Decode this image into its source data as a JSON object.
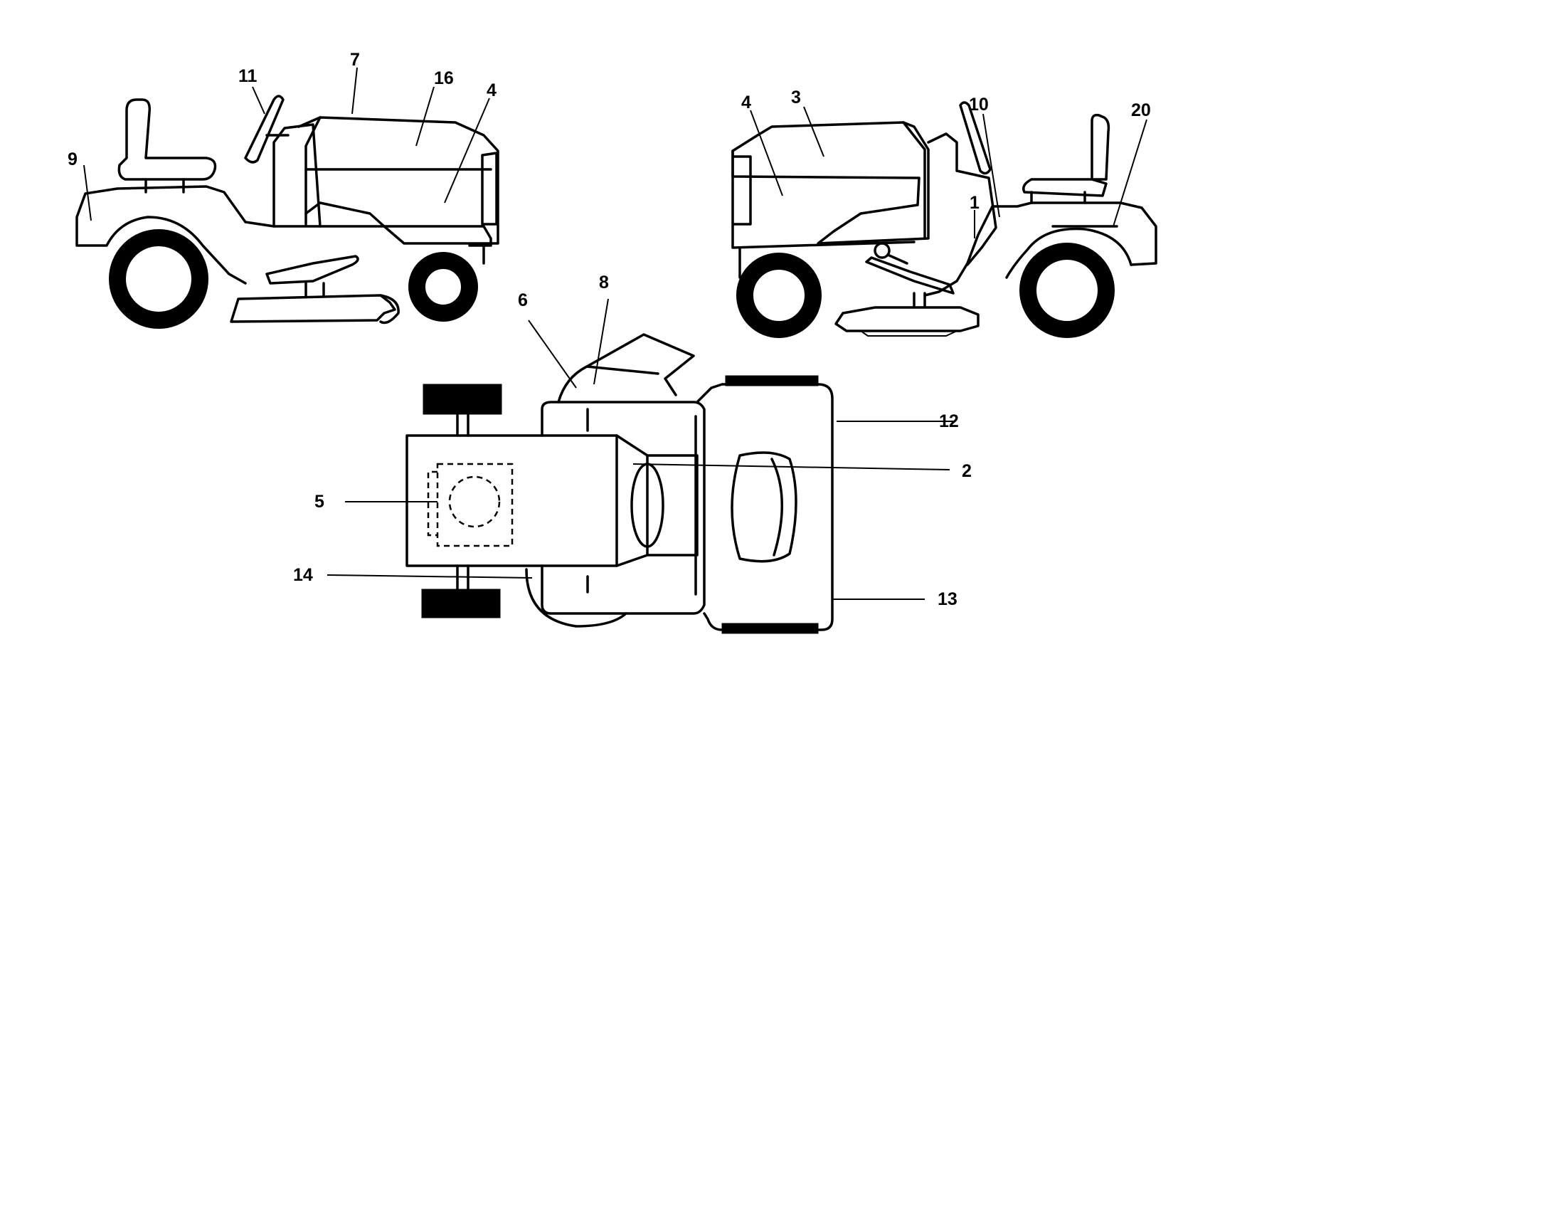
{
  "callouts": {
    "left_view": {
      "c9": "9",
      "c11": "11",
      "c7": "7",
      "c16": "16",
      "c4": "4"
    },
    "right_view": {
      "c4": "4",
      "c3": "3",
      "c10": "10",
      "c20": "20",
      "c1": "1"
    },
    "top_view": {
      "c8": "8",
      "c6": "6",
      "c12": "12",
      "c2": "2",
      "c5": "5",
      "c14": "14",
      "c13": "13"
    }
  }
}
